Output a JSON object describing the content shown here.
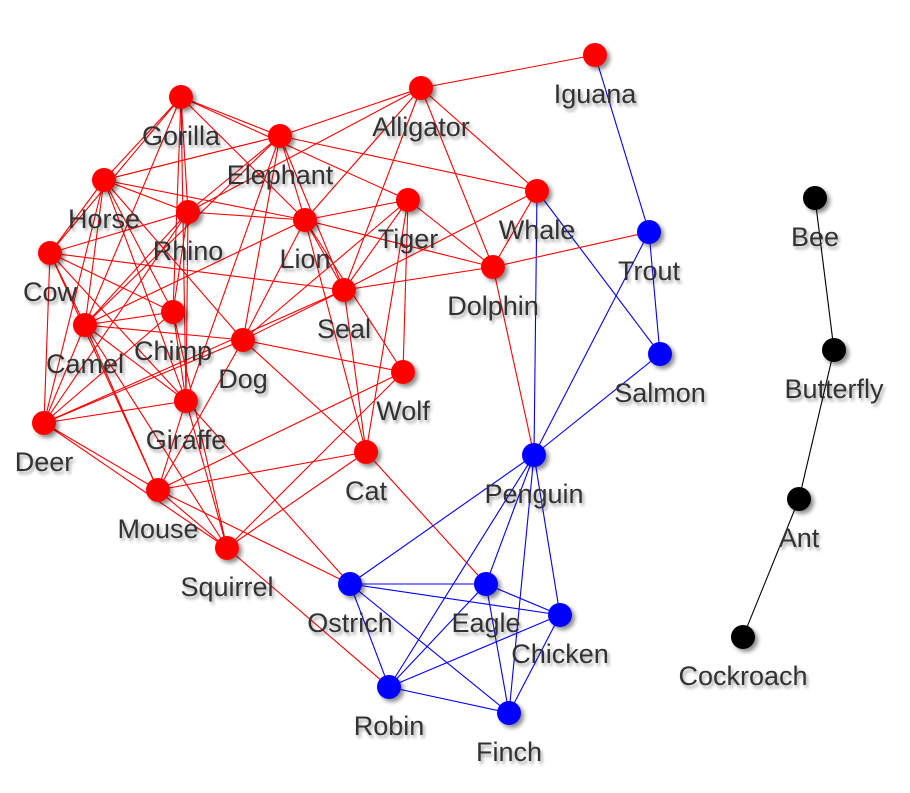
{
  "colors": {
    "mammals": "#ff0000",
    "birds_fish": "#0000ff",
    "insects": "#000000",
    "label": "#333333"
  },
  "nodes": [
    {
      "id": "iguana",
      "label": "Iguana",
      "group": "mammals"
    },
    {
      "id": "alligator",
      "label": "Alligator",
      "group": "mammals"
    },
    {
      "id": "gorilla",
      "label": "Gorilla",
      "group": "mammals"
    },
    {
      "id": "elephant",
      "label": "Elephant",
      "group": "mammals"
    },
    {
      "id": "horse",
      "label": "Horse",
      "group": "mammals"
    },
    {
      "id": "rhino",
      "label": "Rhino",
      "group": "mammals"
    },
    {
      "id": "lion",
      "label": "Lion",
      "group": "mammals"
    },
    {
      "id": "tiger",
      "label": "Tiger",
      "group": "mammals"
    },
    {
      "id": "whale",
      "label": "Whale",
      "group": "mammals"
    },
    {
      "id": "cow",
      "label": "Cow",
      "group": "mammals"
    },
    {
      "id": "dolphin",
      "label": "Dolphin",
      "group": "mammals"
    },
    {
      "id": "seal",
      "label": "Seal",
      "group": "mammals"
    },
    {
      "id": "camel",
      "label": "Camel",
      "group": "mammals"
    },
    {
      "id": "chimp",
      "label": "Chimp",
      "group": "mammals"
    },
    {
      "id": "dog",
      "label": "Dog",
      "group": "mammals"
    },
    {
      "id": "wolf",
      "label": "Wolf",
      "group": "mammals"
    },
    {
      "id": "giraffe",
      "label": "Giraffe",
      "group": "mammals"
    },
    {
      "id": "deer",
      "label": "Deer",
      "group": "mammals"
    },
    {
      "id": "cat",
      "label": "Cat",
      "group": "mammals"
    },
    {
      "id": "mouse",
      "label": "Mouse",
      "group": "mammals"
    },
    {
      "id": "squirrel",
      "label": "Squirrel",
      "group": "mammals"
    },
    {
      "id": "trout",
      "label": "Trout",
      "group": "birds_fish"
    },
    {
      "id": "salmon",
      "label": "Salmon",
      "group": "birds_fish"
    },
    {
      "id": "penguin",
      "label": "Penguin",
      "group": "birds_fish"
    },
    {
      "id": "ostrich",
      "label": "Ostrich",
      "group": "birds_fish"
    },
    {
      "id": "eagle",
      "label": "Eagle",
      "group": "birds_fish"
    },
    {
      "id": "chicken",
      "label": "Chicken",
      "group": "birds_fish"
    },
    {
      "id": "robin",
      "label": "Robin",
      "group": "birds_fish"
    },
    {
      "id": "finch",
      "label": "Finch",
      "group": "birds_fish"
    },
    {
      "id": "bee",
      "label": "Bee",
      "group": "insects"
    },
    {
      "id": "butterfly",
      "label": "Butterfly",
      "group": "insects"
    },
    {
      "id": "ant",
      "label": "Ant",
      "group": "insects"
    },
    {
      "id": "cockroach",
      "label": "Cockroach",
      "group": "insects"
    }
  ],
  "edges": [
    [
      "iguana",
      "alligator",
      "mammals"
    ],
    [
      "iguana",
      "trout",
      "birds_fish"
    ],
    [
      "alligator",
      "elephant",
      "mammals"
    ],
    [
      "alligator",
      "whale",
      "mammals"
    ],
    [
      "alligator",
      "dolphin",
      "mammals"
    ],
    [
      "alligator",
      "seal",
      "mammals"
    ],
    [
      "alligator",
      "lion",
      "mammals"
    ],
    [
      "alligator",
      "rhino",
      "mammals"
    ],
    [
      "gorilla",
      "elephant",
      "mammals"
    ],
    [
      "gorilla",
      "horse",
      "mammals"
    ],
    [
      "gorilla",
      "rhino",
      "mammals"
    ],
    [
      "gorilla",
      "lion",
      "mammals"
    ],
    [
      "gorilla",
      "chimp",
      "mammals"
    ],
    [
      "gorilla",
      "giraffe",
      "mammals"
    ],
    [
      "gorilla",
      "camel",
      "mammals"
    ],
    [
      "gorilla",
      "cow",
      "mammals"
    ],
    [
      "gorilla",
      "tiger",
      "mammals"
    ],
    [
      "elephant",
      "rhino",
      "mammals"
    ],
    [
      "elephant",
      "lion",
      "mammals"
    ],
    [
      "elephant",
      "horse",
      "mammals"
    ],
    [
      "elephant",
      "whale",
      "mammals"
    ],
    [
      "elephant",
      "camel",
      "mammals"
    ],
    [
      "elephant",
      "dog",
      "mammals"
    ],
    [
      "elephant",
      "giraffe",
      "mammals"
    ],
    [
      "elephant",
      "seal",
      "mammals"
    ],
    [
      "horse",
      "rhino",
      "mammals"
    ],
    [
      "horse",
      "cow",
      "mammals"
    ],
    [
      "horse",
      "camel",
      "mammals"
    ],
    [
      "horse",
      "chimp",
      "mammals"
    ],
    [
      "horse",
      "giraffe",
      "mammals"
    ],
    [
      "horse",
      "deer",
      "mammals"
    ],
    [
      "horse",
      "lion",
      "mammals"
    ],
    [
      "horse",
      "dog",
      "mammals"
    ],
    [
      "rhino",
      "cow",
      "mammals"
    ],
    [
      "rhino",
      "camel",
      "mammals"
    ],
    [
      "rhino",
      "lion",
      "mammals"
    ],
    [
      "rhino",
      "giraffe",
      "mammals"
    ],
    [
      "rhino",
      "chimp",
      "mammals"
    ],
    [
      "rhino",
      "deer",
      "mammals"
    ],
    [
      "lion",
      "tiger",
      "mammals"
    ],
    [
      "lion",
      "seal",
      "mammals"
    ],
    [
      "lion",
      "dog",
      "mammals"
    ],
    [
      "lion",
      "wolf",
      "mammals"
    ],
    [
      "lion",
      "cat",
      "mammals"
    ],
    [
      "lion",
      "dolphin",
      "mammals"
    ],
    [
      "lion",
      "camel",
      "mammals"
    ],
    [
      "tiger",
      "wolf",
      "mammals"
    ],
    [
      "tiger",
      "seal",
      "mammals"
    ],
    [
      "tiger",
      "cat",
      "mammals"
    ],
    [
      "tiger",
      "dog",
      "mammals"
    ],
    [
      "tiger",
      "dolphin",
      "mammals"
    ],
    [
      "whale",
      "dolphin",
      "mammals"
    ],
    [
      "whale",
      "seal",
      "mammals"
    ],
    [
      "whale",
      "penguin",
      "birds_fish"
    ],
    [
      "whale",
      "salmon",
      "birds_fish"
    ],
    [
      "dolphin",
      "seal",
      "mammals"
    ],
    [
      "dolphin",
      "trout",
      "mammals"
    ],
    [
      "dolphin",
      "penguin",
      "mammals"
    ],
    [
      "cow",
      "camel",
      "mammals"
    ],
    [
      "cow",
      "deer",
      "mammals"
    ],
    [
      "cow",
      "giraffe",
      "mammals"
    ],
    [
      "cow",
      "chimp",
      "mammals"
    ],
    [
      "cow",
      "seal",
      "mammals"
    ],
    [
      "cow",
      "mouse",
      "mammals"
    ],
    [
      "seal",
      "dog",
      "mammals"
    ],
    [
      "seal",
      "cat",
      "mammals"
    ],
    [
      "seal",
      "deer",
      "mammals"
    ],
    [
      "camel",
      "chimp",
      "mammals"
    ],
    [
      "camel",
      "giraffe",
      "mammals"
    ],
    [
      "camel",
      "deer",
      "mammals"
    ],
    [
      "camel",
      "mouse",
      "mammals"
    ],
    [
      "camel",
      "squirrel",
      "mammals"
    ],
    [
      "camel",
      "dog",
      "mammals"
    ],
    [
      "chimp",
      "giraffe",
      "mammals"
    ],
    [
      "chimp",
      "deer",
      "mammals"
    ],
    [
      "chimp",
      "squirrel",
      "mammals"
    ],
    [
      "dog",
      "wolf",
      "mammals"
    ],
    [
      "dog",
      "deer",
      "mammals"
    ],
    [
      "dog",
      "mouse",
      "mammals"
    ],
    [
      "dog",
      "cat",
      "mammals"
    ],
    [
      "wolf",
      "squirrel",
      "mammals"
    ],
    [
      "wolf",
      "mouse",
      "mammals"
    ],
    [
      "giraffe",
      "deer",
      "mammals"
    ],
    [
      "giraffe",
      "mouse",
      "mammals"
    ],
    [
      "giraffe",
      "squirrel",
      "mammals"
    ],
    [
      "giraffe",
      "ostrich",
      "mammals"
    ],
    [
      "deer",
      "mouse",
      "mammals"
    ],
    [
      "deer",
      "squirrel",
      "mammals"
    ],
    [
      "mouse",
      "squirrel",
      "mammals"
    ],
    [
      "mouse",
      "cat",
      "mammals"
    ],
    [
      "mouse",
      "ostrich",
      "mammals"
    ],
    [
      "squirrel",
      "cat",
      "mammals"
    ],
    [
      "squirrel",
      "robin",
      "mammals"
    ],
    [
      "cat",
      "eagle",
      "mammals"
    ],
    [
      "trout",
      "salmon",
      "birds_fish"
    ],
    [
      "salmon",
      "penguin",
      "birds_fish"
    ],
    [
      "trout",
      "penguin",
      "birds_fish"
    ],
    [
      "penguin",
      "ostrich",
      "birds_fish"
    ],
    [
      "penguin",
      "eagle",
      "birds_fish"
    ],
    [
      "penguin",
      "chicken",
      "birds_fish"
    ],
    [
      "penguin",
      "robin",
      "birds_fish"
    ],
    [
      "penguin",
      "finch",
      "birds_fish"
    ],
    [
      "ostrich",
      "eagle",
      "birds_fish"
    ],
    [
      "ostrich",
      "chicken",
      "birds_fish"
    ],
    [
      "ostrich",
      "robin",
      "birds_fish"
    ],
    [
      "ostrich",
      "finch",
      "birds_fish"
    ],
    [
      "eagle",
      "robin",
      "birds_fish"
    ],
    [
      "eagle",
      "finch",
      "birds_fish"
    ],
    [
      "eagle",
      "chicken",
      "birds_fish"
    ],
    [
      "chicken",
      "robin",
      "birds_fish"
    ],
    [
      "chicken",
      "finch",
      "birds_fish"
    ],
    [
      "robin",
      "finch",
      "birds_fish"
    ],
    [
      "bee",
      "butterfly",
      "insects"
    ],
    [
      "butterfly",
      "ant",
      "insects"
    ],
    [
      "ant",
      "cockroach",
      "insects"
    ]
  ]
}
